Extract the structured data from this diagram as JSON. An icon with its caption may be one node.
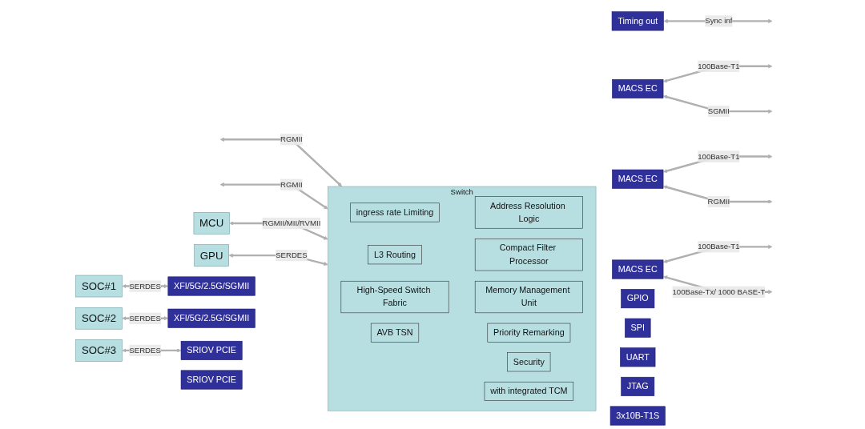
{
  "diagram": {
    "nodes": [
      {
        "text": [
          "SOC#1"
        ]
      },
      {
        "text": [
          "XFI/5G/2.5G/SGMII"
        ]
      },
      {
        "text": [
          "Switch"
        ]
      },
      {
        "text": [
          "Timing out"
        ]
      },
      {
        "text": [
          "ingress rate Limiting"
        ],
        "in": 2
      },
      {
        "text": [
          "Address Resolution Logic"
        ],
        "in": 2
      },
      {
        "text": [
          "L3 Routing"
        ],
        "in": 2
      },
      {
        "text": [
          "MACS EC"
        ]
      },
      {
        "text": [
          "SOC#2"
        ]
      },
      {
        "text": [
          "XFI/5G/2.5G/SGMII"
        ]
      },
      {
        "text": [
          "Compact Filter Processor"
        ],
        "in": 2
      },
      {
        "text": [
          "High-Speed Switch Fabric"
        ],
        "in": 2
      },
      {
        "text": [
          "Memory Management Unit"
        ],
        "in": 2
      },
      {
        "text": [
          "MACS EC"
        ]
      },
      {
        "text": [
          "SOC#3"
        ]
      },
      {
        "text": [
          "SRIOV PCIE"
        ]
      },
      {
        "text": [
          "AVB TSN"
        ],
        "in": 2
      },
      {
        "text": [
          "Priority Remarking"
        ],
        "in": 2
      },
      {
        "text": [
          "MCU"
        ]
      },
      {
        "text": [
          "SRIOV PCIE"
        ]
      },
      {
        "text": [
          "Security"
        ],
        "in": 2
      },
      {
        "text": [
          "MACS EC"
        ]
      },
      {
        "text": [
          "GPU"
        ]
      },
      {
        "text": [
          "with integrated TCM"
        ],
        "in": 2
      },
      {
        "text": [
          "GPIO"
        ]
      },
      {
        "text": [
          "SPI"
        ]
      },
      {
        "text": [
          "UART"
        ]
      },
      {
        "text": [
          "JTAG"
        ]
      },
      {
        "text": [
          "3x10B-T1S"
        ]
      }
    ],
    "edges": [
      {
        "from": 0,
        "to": 1,
        "arrow": "both",
        "label": "SERDES"
      },
      {
        "from": null,
        "to": 2,
        "arrow": "both",
        "label": "RGMII"
      },
      {
        "from": 8,
        "to": 9,
        "arrow": "both",
        "label": "SERDES"
      },
      {
        "from": null,
        "to": 2,
        "arrow": "both",
        "label": "RGMII"
      },
      {
        "from": 14,
        "to": 15,
        "arrow": "both",
        "label": "SERDES"
      },
      {
        "from": 18,
        "to": 2,
        "arrow": "both",
        "label": "RGMII/MII/RVMII"
      },
      {
        "from": 22,
        "to": 2,
        "arrow": "both",
        "label": "SERDES"
      },
      {
        "from": 3,
        "to": null,
        "arrow": "both",
        "label": "Sync inf"
      },
      {
        "from": 7,
        "to": null,
        "arrow": "both",
        "label": "100Base-T1"
      },
      {
        "from": 7,
        "to": null,
        "arrow": "both",
        "label": "SGMII"
      },
      {
        "from": 13,
        "to": null,
        "arrow": "both",
        "label": "100Base-T1"
      },
      {
        "from": 13,
        "to": null,
        "arrow": "both",
        "label": "RGMII"
      },
      {
        "from": 21,
        "to": null,
        "arrow": "both",
        "label": "100Base-T1"
      },
      {
        "from": 21,
        "to": null,
        "arrow": "both",
        "label": "100Base-Tx/ 1000 BASE-T"
      }
    ]
  }
}
